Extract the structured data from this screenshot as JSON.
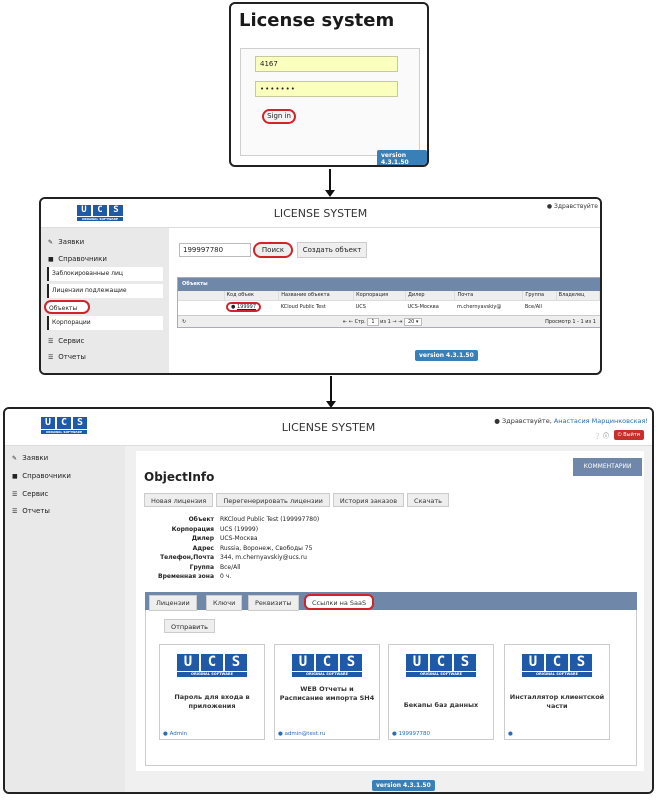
{
  "login": {
    "title": "License system",
    "username_value": "4167",
    "password_value": "•••••••",
    "signin_label": "Sign in",
    "version": "version 4.3.1.50"
  },
  "logo": {
    "letters": [
      "U",
      "C",
      "S"
    ],
    "sub": "ORIGINAL SOFTWARE"
  },
  "app": {
    "title": "LICENSE SYSTEM",
    "greeting_short": "Здравствуйте",
    "greeting": "Здравствуйте,",
    "user_name": "Анастасия Марцинковская!",
    "exit_label": "Выйти",
    "version": "version 4.3.1.50"
  },
  "sidebar": {
    "requests": "Заявки",
    "directories": "Справочники",
    "service": "Сервис",
    "reports": "Отчеты",
    "sub_items": [
      "Заблокированные лиц",
      "Лицензии подлежащие блокировке",
      "Объекты",
      "Корпорации"
    ]
  },
  "search": {
    "value": "199997780",
    "search_label": "Поиск",
    "create_label": "Создать объект"
  },
  "grid": {
    "title": "Объекты",
    "columns": [
      "Код объек",
      "Название объекта",
      "Корпорация",
      "Дилер",
      "Почта",
      "Группа",
      "Владелец"
    ],
    "row": [
      "199997",
      "KCloud Public Test",
      "UCS",
      "UCS-Москва",
      "m.chernyavskiy@",
      "Все/All",
      ""
    ],
    "pager_page_label": "Стр.",
    "pager_page": "1",
    "pager_of": "из 1",
    "pager_size": "20",
    "pager_info": "Просмотр 1 - 1 из 1"
  },
  "object": {
    "title": "ObjectInfo",
    "comments_label": "КОММЕНТАРИИ",
    "actions": [
      "Новая лицензия",
      "Перегенерировать лицензии",
      "История заказов",
      "Скачать"
    ],
    "fields": [
      {
        "k": "Объект",
        "v": "RKCloud Public Test (199997780)"
      },
      {
        "k": "Корпорация",
        "v": "UCS (19999)"
      },
      {
        "k": "Дилер",
        "v": "UCS-Москва"
      },
      {
        "k": "Адрес",
        "v": "Russia, Воронеж, Свободы 75"
      },
      {
        "k": "Телефон,Почта",
        "v": "344, m.chernyavskiy@ucs.ru"
      },
      {
        "k": "Группа",
        "v": "Все/All"
      },
      {
        "k": "Временная зона",
        "v": "0 ч."
      }
    ],
    "tabs": [
      "Лицензии",
      "Ключи",
      "Реквизиты",
      "Ссылки на SaaS"
    ],
    "send_label": "Отправить",
    "cards": [
      {
        "title": "Пароль для входа в приложения",
        "foot": "Admin"
      },
      {
        "title": "WEB Отчеты и Расписание импорта SH4",
        "foot": "admin@test.ru"
      },
      {
        "title": "Бекапы баз данных",
        "foot": "199997780"
      },
      {
        "title": "Инсталлятор клиентской части",
        "foot": ""
      }
    ]
  }
}
